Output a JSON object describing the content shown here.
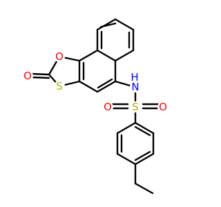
{
  "colors": {
    "background": "#ffffff",
    "bond": "#000000",
    "O": "#ff0000",
    "S": "#b2b200",
    "N": "#0000ff"
  },
  "molecule": {
    "atoms": {
      "O_carbonyl": {
        "label": "O",
        "element": "O"
      },
      "O_ring": {
        "label": "O",
        "element": "O"
      },
      "S_ring": {
        "label": "S",
        "element": "S"
      },
      "N_amine": {
        "label": "N",
        "element": "N"
      },
      "H_amine": {
        "label": "H",
        "element": "N"
      },
      "S_sulfonyl": {
        "label": "S",
        "element": "S"
      },
      "O_sulfonyl_left": {
        "label": "O",
        "element": "O"
      },
      "O_sulfonyl_right": {
        "label": "O",
        "element": "O"
      }
    }
  }
}
